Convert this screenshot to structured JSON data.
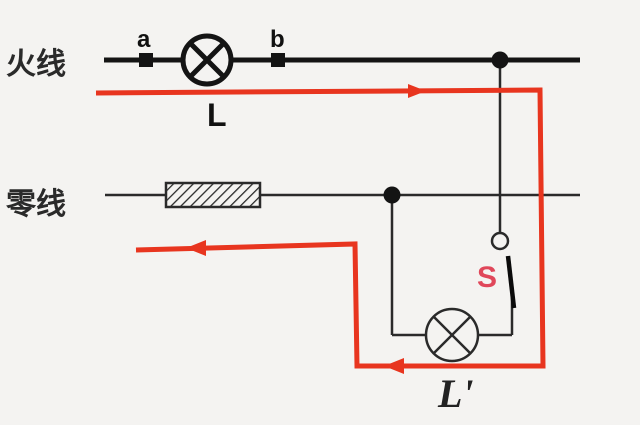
{
  "labels": {
    "live_wire": "火线",
    "neutral_wire": "零线",
    "point_a": "a",
    "point_b": "b",
    "lamp_l": "L",
    "switch_s": "S",
    "lamp_l_prime": "L'"
  },
  "colors": {
    "wire": "#141414",
    "current_path": "#e8351f",
    "switch_label": "#e0475a"
  },
  "icons": {
    "lamp": "circle-cross-lamp-icon",
    "fuse": "hatched-fuse-icon",
    "junction": "filled-dot-junction",
    "switch_contact": "open-circle-contact",
    "arrow": "triangle-arrow-icon"
  }
}
